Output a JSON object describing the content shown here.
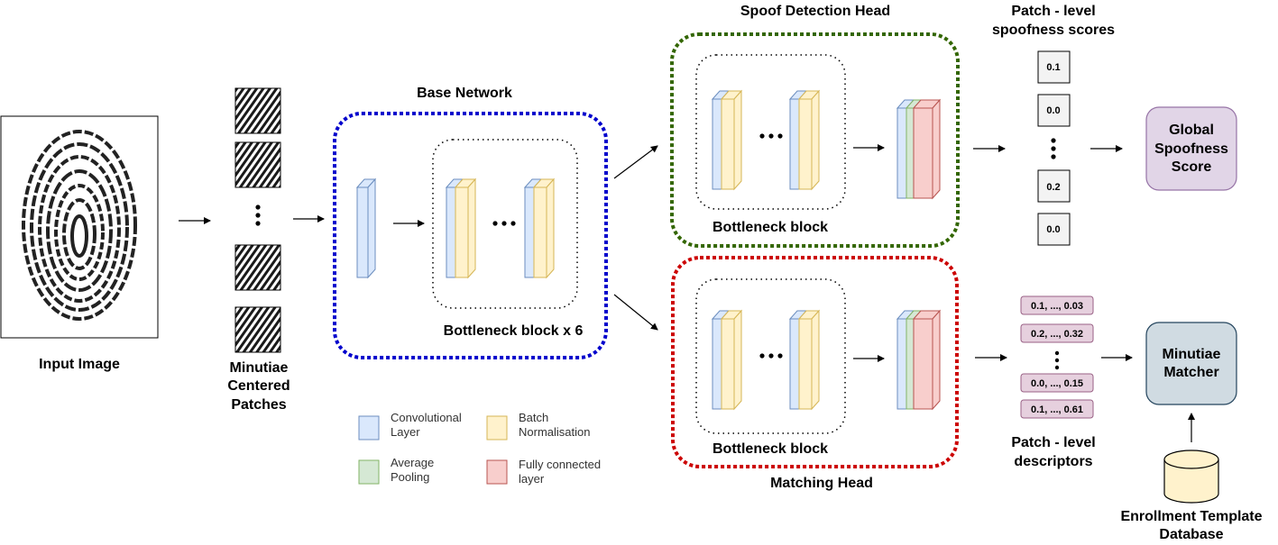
{
  "input": {
    "label": "Input Image"
  },
  "patches": {
    "label_lines": [
      "Minutiae",
      "Centered",
      "Patches"
    ]
  },
  "base_network": {
    "title": "Base Network",
    "inner_label": "Bottleneck block x 6"
  },
  "spoof_head": {
    "title": "Spoof Detection Head",
    "inner_label": "Bottleneck block"
  },
  "matching_head": {
    "title": "Matching Head",
    "inner_label": "Bottleneck block"
  },
  "scores": {
    "title_lines": [
      "Patch - level",
      "spoofness scores"
    ],
    "values": [
      "0.1",
      "0.0",
      "0.2",
      "0.0"
    ]
  },
  "global": {
    "lines": [
      "Global",
      "Spoofness",
      "Score"
    ]
  },
  "descriptors": {
    "title_lines": [
      "Patch - level",
      "descriptors"
    ],
    "values": [
      "0.1, ...,  0.03",
      "0.2, ...,  0.32",
      "0.0, ..., 0.15",
      "0.1, ..., 0.61"
    ]
  },
  "matcher": {
    "lines": [
      "Minutiae",
      "Matcher"
    ]
  },
  "database": {
    "lines": [
      "Enrollment Template",
      "Database"
    ]
  },
  "legend": {
    "conv": [
      "Convolutional",
      "Layer"
    ],
    "bn": [
      "Batch",
      "Normalisation"
    ],
    "pool": [
      "Average",
      "Pooling"
    ],
    "fc": [
      "Fully connected",
      "layer"
    ]
  },
  "colors": {
    "conv": "#dae8fc",
    "conv_stroke": "#6c8ebf",
    "bn": "#fff2cc",
    "bn_stroke": "#d6b656",
    "pool": "#d5e8d4",
    "pool_stroke": "#82b366",
    "fc": "#f8cecc",
    "fc_stroke": "#b85450",
    "base_border": "#0000cc",
    "spoof_border": "#336600",
    "match_border": "#cc0000",
    "global_fill": "#e1d5e7",
    "global_stroke": "#9673a6",
    "matcher_fill": "#d0dbe2",
    "matcher_stroke": "#23445d",
    "desc_fill": "#e6d0de",
    "desc_stroke": "#996185"
  }
}
